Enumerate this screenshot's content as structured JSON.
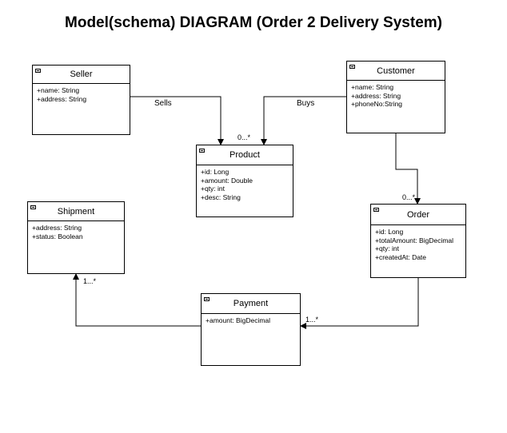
{
  "title": "Model(schema) DIAGRAM (Order 2 Delivery System)",
  "classes": {
    "seller": {
      "name": "Seller",
      "attributes": [
        "+name: String",
        "+address: String"
      ]
    },
    "customer": {
      "name": "Customer",
      "attributes": [
        "+name: String",
        "+address: String",
        "+phoneNo:String"
      ]
    },
    "product": {
      "name": "Product",
      "attributes": [
        "+id: Long",
        "+amount: Double",
        "+qty: int",
        "+desc: String"
      ]
    },
    "shipment": {
      "name": "Shipment",
      "attributes": [
        "+address: String",
        "+status: Boolean"
      ]
    },
    "order": {
      "name": "Order",
      "attributes": [
        "+id: Long",
        "+totalAmount: BigDecimal",
        "+qty: int",
        "+createdAt: Date"
      ]
    },
    "payment": {
      "name": "Payment",
      "attributes": [
        "+amount: BigDecimal"
      ]
    }
  },
  "edges": {
    "sells": {
      "label": "Sells"
    },
    "buys": {
      "label": "Buys"
    },
    "product_multiplicity": "0...*",
    "order_multiplicity": "0...*",
    "payment_multiplicity": "1...*",
    "shipment_multiplicity": "1...*"
  }
}
